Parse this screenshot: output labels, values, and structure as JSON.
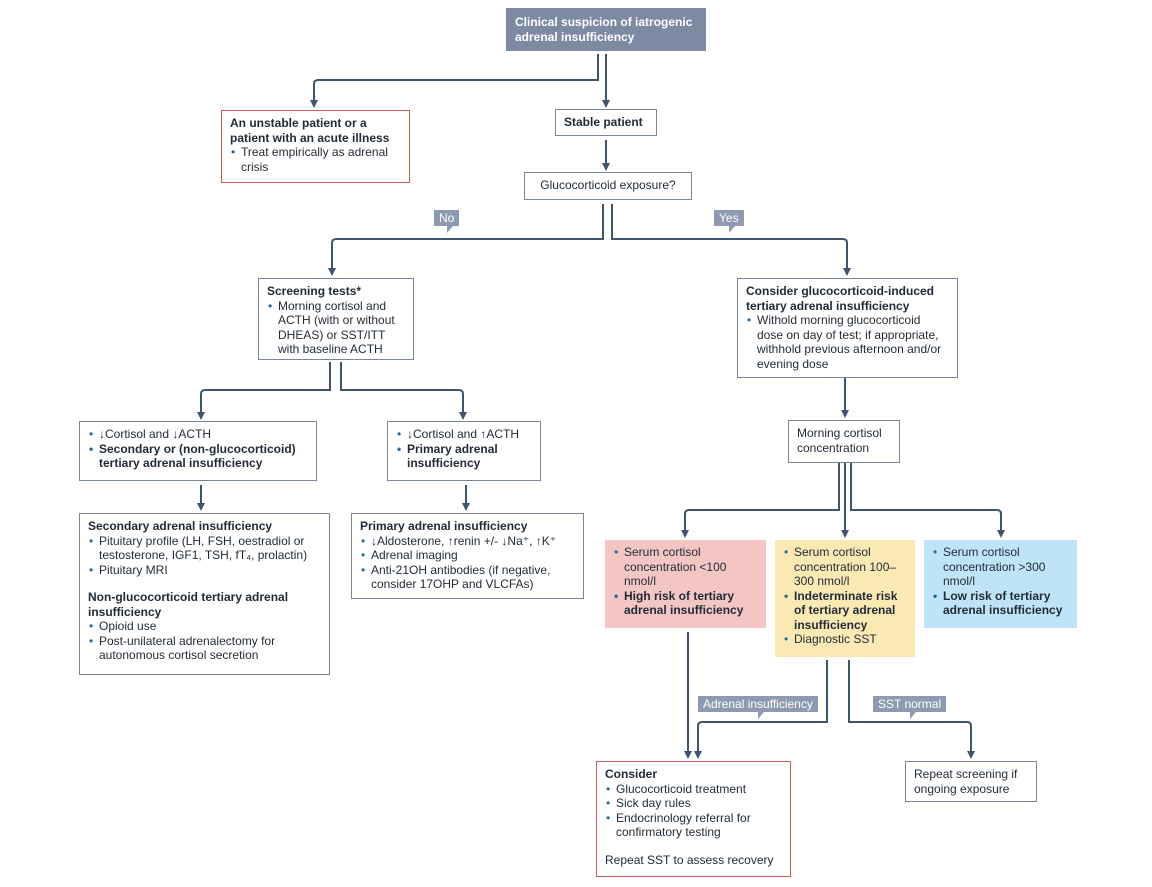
{
  "nodes": {
    "start": "Clinical suspicion of iatrogenic adrenal insufficiency",
    "unstable": {
      "title": "An unstable patient or a patient with an acute illness",
      "items": [
        "Treat empirically as adrenal crisis"
      ]
    },
    "stable": "Stable patient",
    "gc_exposure": "Glucocorticoid exposure?",
    "screening": {
      "title": "Screening tests*",
      "items": [
        "Morning cortisol and ACTH (with or without DHEAS) or SST/ITT with baseline ACTH"
      ]
    },
    "gc_induced": {
      "title": "Consider glucocorticoid-induced tertiary adrenal insufficiency",
      "items": [
        "Withold morning glucocorticoid dose on day of test; if appropriate, withhold previous afternoon and/or evening dose"
      ]
    },
    "low_low": {
      "item1": "↓Cortisol and ↓ACTH",
      "item2": "Secondary or (non-glucocorticoid) tertiary adrenal insufficiency"
    },
    "low_high": {
      "item1": "↓Cortisol and ↑ACTH",
      "item2": "Primary adrenal insufficiency"
    },
    "secondary_detail": {
      "title": "Secondary adrenal insufficiency",
      "items": [
        "Pituitary profile (LH, FSH, oestradiol or testosterone, IGF1, TSH, fT₄, prolactin)",
        "Pituitary MRI"
      ],
      "title2": "Non-glucocorticoid tertiary adrenal insufficiency",
      "items2": [
        "Opioid use",
        "Post-unilateral adrenalectomy for autonomous cortisol secretion"
      ]
    },
    "primary_detail": {
      "title": "Primary adrenal insufficiency",
      "items": [
        "↓Aldosterone, ↑renin +/- ↓Na⁺, ↑K⁺",
        "Adrenal imaging",
        "Anti-21OH antibodies (if negative, consider 17OHP and VLCFAs)"
      ]
    },
    "morning_cortisol": "Morning cortisol concentration",
    "high_risk": {
      "item1": "Serum cortisol concentration <100 nmol/l",
      "item2": "High risk of tertiary adrenal insufficiency"
    },
    "indeterminate": {
      "item1": "Serum cortisol concentration 100–300 nmol/l",
      "item2": "Indeterminate risk of tertiary adrenal insufficiency",
      "item3": "Diagnostic SST"
    },
    "low_risk": {
      "item1": "Serum cortisol concentration >300 nmol/l",
      "item2": "Low risk of tertiary adrenal insufficiency"
    },
    "consider": {
      "title": "Consider",
      "items": [
        "Glucocorticoid treatment",
        "Sick day rules",
        "Endocrinology referral for confirmatory testing"
      ],
      "footer": "Repeat SST to assess recovery"
    },
    "repeat": "Repeat screening if ongoing exposure"
  },
  "edge_labels": {
    "no": "No",
    "yes": "Yes",
    "adrenal_insufficiency": "Adrenal insufficiency",
    "sst_normal": "SST normal"
  },
  "colors": {
    "line": "#3e5570",
    "start_fill": "#7d8aa3",
    "box_border": "#7a8796",
    "alert_border": "#cf5a4e",
    "high_fill": "#f4c6c3",
    "indeterminate_fill": "#fbe9b4",
    "low_fill": "#bfe3f7",
    "tag_fill": "#8e9ab2"
  }
}
